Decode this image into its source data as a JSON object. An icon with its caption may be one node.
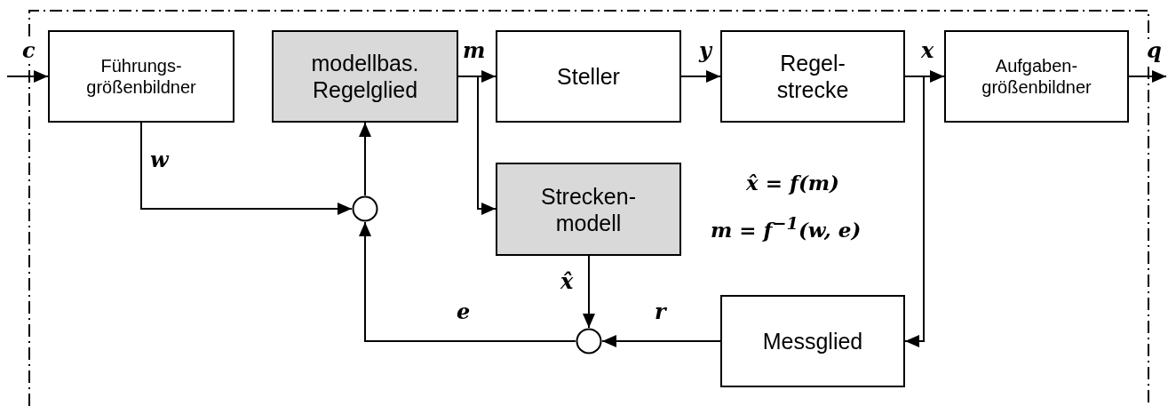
{
  "diagram": {
    "nodes": [
      {
        "text": [
          "Führungs- größenbildner"
        ]
      },
      {
        "text": [
          "modellbas. Regelglied"
        ]
      },
      {
        "text": [
          "Steller"
        ]
      },
      {
        "text": [
          "Regel- strecke"
        ]
      },
      {
        "text": [
          "Aufgaben- größenbildner"
        ]
      },
      {
        "text": [],
        "shape": "circle"
      },
      {
        "text": [
          "Strecken- modell"
        ]
      },
      {
        "text": [],
        "shape": "circle"
      },
      {
        "text": [
          "Messglied"
        ]
      }
    ],
    "edges": [
      {
        "from": null,
        "to": 0,
        "arrow": "to",
        "label": "c"
      },
      {
        "from": 0,
        "to": 5,
        "arrow": "to",
        "label": "w"
      },
      {
        "from": 5,
        "to": 1,
        "arrow": "to"
      },
      {
        "from": 1,
        "to": 2,
        "arrow": "to",
        "label": "m"
      },
      {
        "from": 1,
        "to": 6,
        "arrow": "to"
      },
      {
        "from": 2,
        "to": 3,
        "arrow": "to",
        "label": "y"
      },
      {
        "from": 3,
        "to": 4,
        "arrow": "to",
        "label": "x"
      },
      {
        "from": 3,
        "to": 8,
        "arrow": "to"
      },
      {
        "from": 4,
        "to": null,
        "arrow": "to",
        "label": "q"
      },
      {
        "from": 6,
        "to": 7,
        "arrow": "to",
        "label": "x̂"
      },
      {
        "from": 8,
        "to": 7,
        "arrow": "to",
        "label": "r"
      },
      {
        "from": 7,
        "to": 5,
        "arrow": "to",
        "label": "e"
      }
    ],
    "labels": [
      "x̂ = f(m)",
      "m = f$^{−1}$(w, e)"
    ]
  }
}
